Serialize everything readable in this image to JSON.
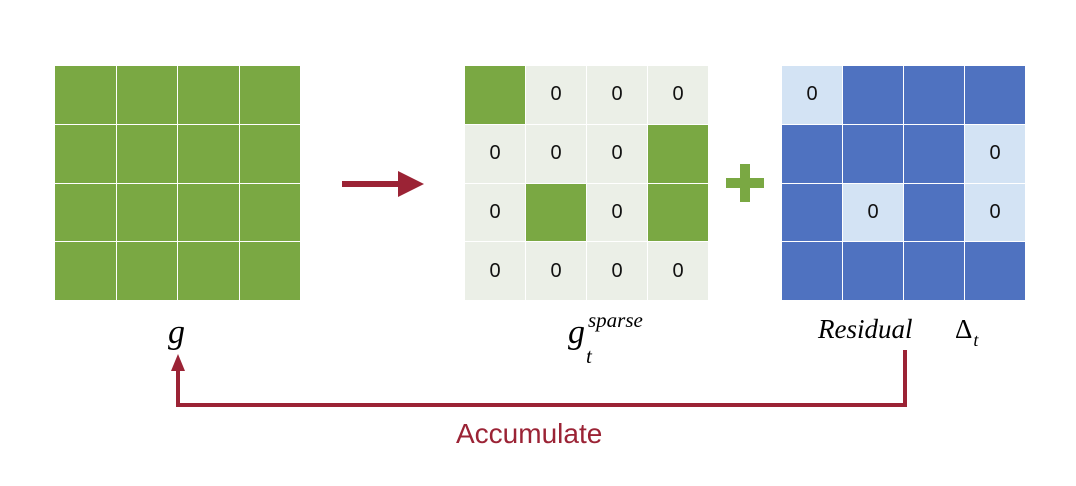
{
  "colors": {
    "green": "#7aa843",
    "light_gray": "#ebefe7",
    "blue": "#4f72c0",
    "light_blue": "#d3e3f4",
    "arrow_red": "#9b2335",
    "plus_green": "#7aa843"
  },
  "gradient_matrix": {
    "label": "g",
    "cells": [
      [
        "",
        "",
        "",
        ""
      ],
      [
        "",
        "",
        "",
        ""
      ],
      [
        "",
        "",
        "",
        ""
      ],
      [
        "",
        "",
        "",
        ""
      ]
    ]
  },
  "sparse_matrix": {
    "label_base": "g",
    "label_sub": "t",
    "label_sup": "sparse",
    "cells": [
      [
        "",
        "0",
        "0",
        "0"
      ],
      [
        "0",
        "0",
        "0",
        ""
      ],
      [
        "0",
        "",
        "0",
        ""
      ],
      [
        "0",
        "0",
        "0",
        "0"
      ]
    ]
  },
  "residual_matrix": {
    "label_word": "Residual",
    "label_symbol": "Δ",
    "label_sub": "t",
    "cells": [
      [
        "0",
        "",
        "",
        ""
      ],
      [
        "",
        "",
        "",
        "0"
      ],
      [
        "",
        "0",
        "",
        "0"
      ],
      [
        "",
        "",
        "",
        ""
      ]
    ]
  },
  "operators": {
    "plus": "+"
  },
  "feedback": {
    "label": "Accumulate"
  }
}
